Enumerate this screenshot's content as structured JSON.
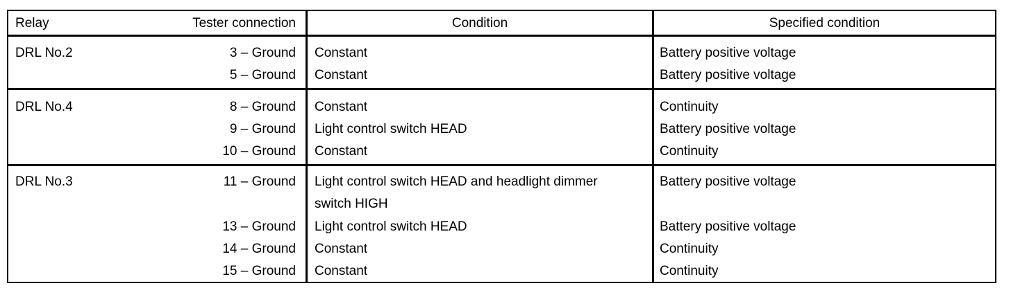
{
  "headers": {
    "relay": "Relay",
    "tester": "Tester connection",
    "condition": "Condition",
    "specified": "Specified condition"
  },
  "groups": [
    {
      "relay": "DRL No.2",
      "rows": [
        {
          "tester": "3 – Ground",
          "condition": "Constant",
          "specified": "Battery positive voltage"
        },
        {
          "tester": "5 – Ground",
          "condition": "Constant",
          "specified": "Battery positive voltage"
        }
      ]
    },
    {
      "relay": "DRL No.4",
      "rows": [
        {
          "tester": "8 – Ground",
          "condition": "Constant",
          "specified": "Continuity"
        },
        {
          "tester": "9 – Ground",
          "condition": "Light control switch HEAD",
          "specified": "Battery positive voltage"
        },
        {
          "tester": "10 – Ground",
          "condition": "Constant",
          "specified": "Continuity"
        }
      ]
    },
    {
      "relay": "DRL No.3",
      "rows": [
        {
          "tester": "11 – Ground",
          "condition": "Light control switch HEAD and headlight dimmer",
          "condition_line2": "switch HIGH",
          "specified": "Battery positive voltage"
        },
        {
          "tester": "13 – Ground",
          "condition": "Light control switch HEAD",
          "specified": "Battery positive voltage"
        },
        {
          "tester": "14 – Ground",
          "condition": "Constant",
          "specified": "Continuity"
        },
        {
          "tester": "15 – Ground",
          "condition": "Constant",
          "specified": "Continuity"
        }
      ]
    }
  ]
}
